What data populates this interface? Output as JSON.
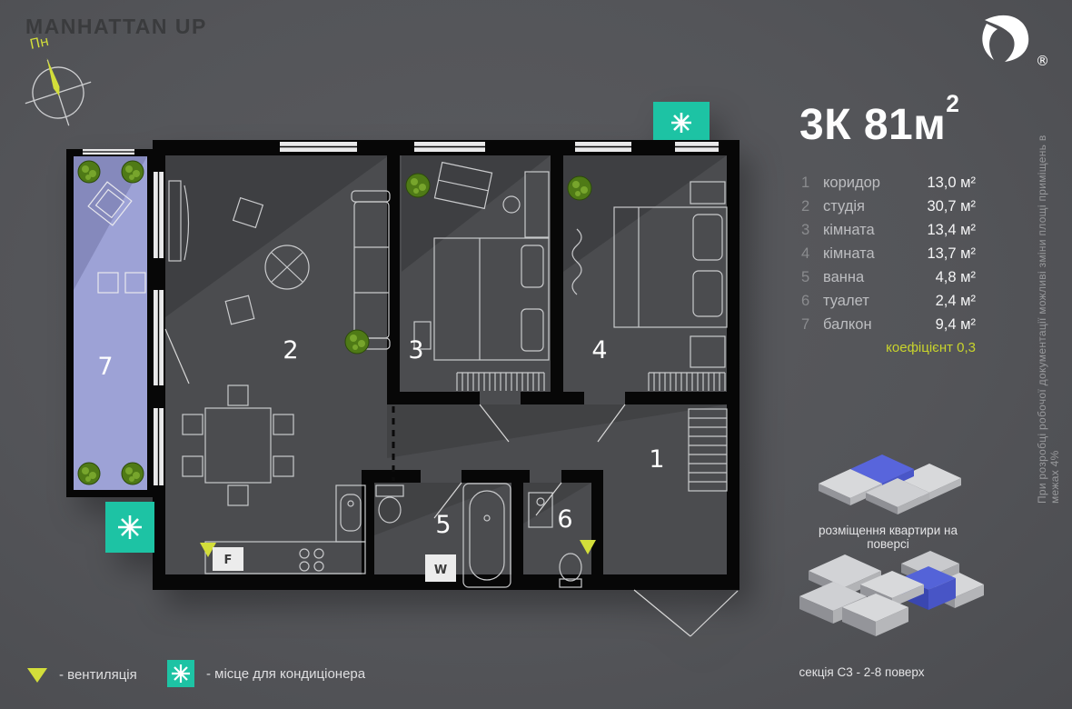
{
  "brand": "MANHATTAN UP",
  "compass": {
    "north": "Пн"
  },
  "logo_registered": "®",
  "unit": {
    "title": "3К 81м",
    "sup": "2"
  },
  "rooms": [
    {
      "num": "1",
      "name": "коридор",
      "area": "13,0 м²"
    },
    {
      "num": "2",
      "name": "студія",
      "area": "30,7 м²"
    },
    {
      "num": "3",
      "name": "кімната",
      "area": "13,4 м²"
    },
    {
      "num": "4",
      "name": "кімната",
      "area": "13,7 м²"
    },
    {
      "num": "5",
      "name": "ванна",
      "area": "4,8 м²"
    },
    {
      "num": "6",
      "name": "туалет",
      "area": "2,4 м²"
    },
    {
      "num": "7",
      "name": "балкон",
      "area": "9,4 м²"
    }
  ],
  "coefficient": "коефіцієнт 0,3",
  "plan": {
    "numbers": [
      "1",
      "2",
      "3",
      "4",
      "5",
      "6",
      "7"
    ],
    "fridge_label": "F",
    "washer_label": "W"
  },
  "icons": {
    "ac": "eight-spoke-asterisk",
    "vent": "triangle-down"
  },
  "legend": {
    "vent": "- вентиляція",
    "ac": "- місце для кондиціонера"
  },
  "note_vertical": "При розробці робочої документації можливі зміни площі приміщень в межах 4%",
  "floor_diagram_caption": "розміщення квартири на поверсі",
  "section_caption": "секція С3 - 2-8 поверх",
  "colors": {
    "background": "#545559",
    "teal_ac": "#1dc3a4",
    "yellow_vent": "#d3de3a",
    "coefficient_text": "#c9d42c",
    "balcony_fill": "#9da2d6",
    "highlight_blue": "#5463d8"
  }
}
